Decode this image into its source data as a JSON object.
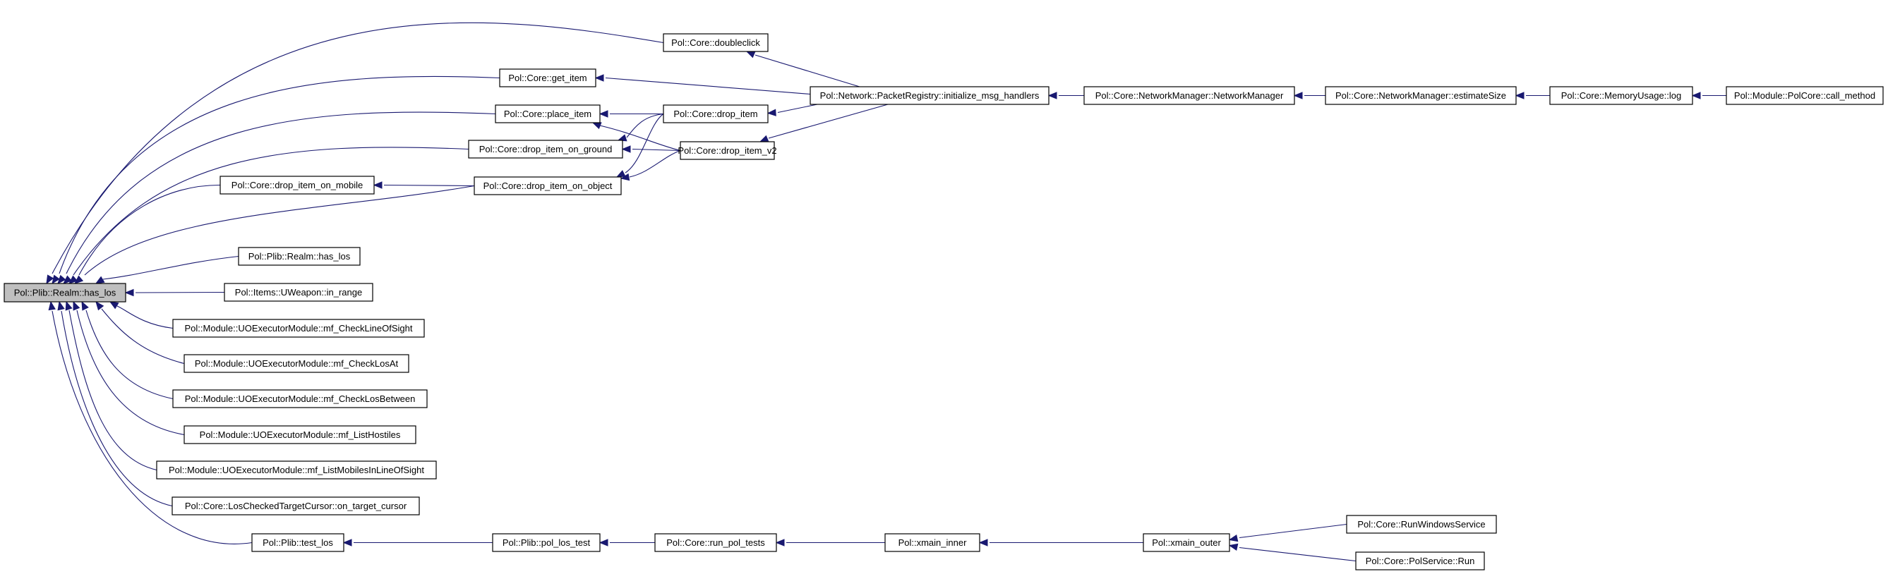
{
  "colors": {
    "edge": "#191970",
    "node_fill": "#ffffff",
    "root_fill": "#bfbfbf",
    "node_border": "#000000"
  },
  "nodes": {
    "root": "Pol::Plib::Realm::has_los",
    "doubleclick": "Pol::Core::doubleclick",
    "get_item": "Pol::Core::get_item",
    "place_item": "Pol::Core::place_item",
    "drop_item": "Pol::Core::drop_item",
    "drop_item_on_ground": "Pol::Core::drop_item_on_ground",
    "drop_item_v2": "Pol::Core::drop_item_v2",
    "drop_item_on_mobile": "Pol::Core::drop_item_on_mobile",
    "drop_item_on_object": "Pol::Core::drop_item_on_object",
    "initialize_msg_handlers": "Pol::Network::PacketRegistry::initialize_msg_handlers",
    "network_manager": "Pol::Core::NetworkManager::NetworkManager",
    "estimate_size": "Pol::Core::NetworkManager::estimateSize",
    "memory_log": "Pol::Core::MemoryUsage::log",
    "call_method": "Pol::Module::PolCore::call_method",
    "realm_has_los": "Pol::Plib::Realm::has_los",
    "in_range": "Pol::Items::UWeapon::in_range",
    "check_line_of_sight": "Pol::Module::UOExecutorModule::mf_CheckLineOfSight",
    "check_los_at": "Pol::Module::UOExecutorModule::mf_CheckLosAt",
    "check_los_between": "Pol::Module::UOExecutorModule::mf_CheckLosBetween",
    "list_hostiles": "Pol::Module::UOExecutorModule::mf_ListHostiles",
    "list_mobiles_los": "Pol::Module::UOExecutorModule::mf_ListMobilesInLineOfSight",
    "on_target_cursor": "Pol::Core::LosCheckedTargetCursor::on_target_cursor",
    "test_los": "Pol::Plib::test_los",
    "pol_los_test": "Pol::Plib::pol_los_test",
    "run_pol_tests": "Pol::Core::run_pol_tests",
    "xmain_inner": "Pol::xmain_inner",
    "xmain_outer": "Pol::xmain_outer",
    "run_windows_service": "Pol::Core::RunWindowsService",
    "pol_service_run": "Pol::Core::PolService::Run"
  }
}
